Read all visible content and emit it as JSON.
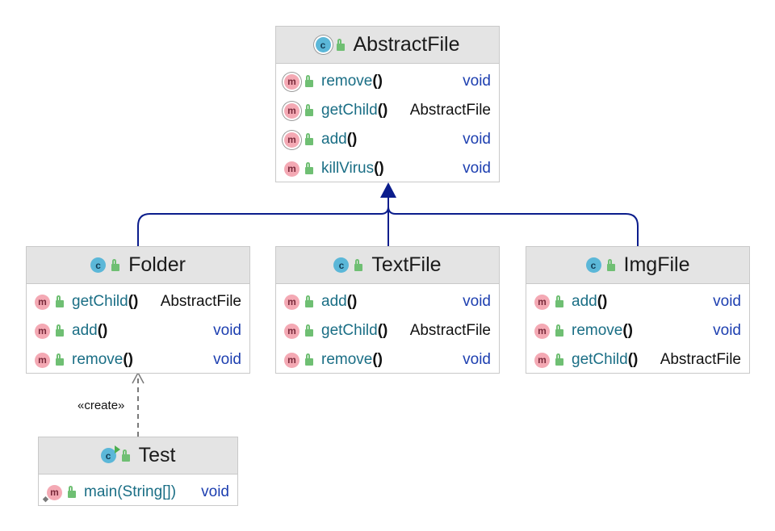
{
  "diagram": {
    "classes": [
      {
        "id": "abstractfile",
        "name": "AbstractFile",
        "icon": "abstract-class-icon",
        "icon_letter": "c",
        "members": [
          {
            "name": "remove",
            "parens": "()",
            "params": "",
            "return": "void",
            "return_kind": "void",
            "icon": "abstract-method-icon"
          },
          {
            "name": "getChild",
            "parens": "()",
            "params": "",
            "return": "AbstractFile",
            "return_kind": "obj",
            "icon": "abstract-method-icon"
          },
          {
            "name": "add",
            "parens": "()",
            "params": "",
            "return": "void",
            "return_kind": "void",
            "icon": "abstract-method-icon"
          },
          {
            "name": "killVirus",
            "parens": "()",
            "params": "",
            "return": "void",
            "return_kind": "void",
            "icon": "method-icon"
          }
        ]
      },
      {
        "id": "folder",
        "name": "Folder",
        "icon": "class-icon",
        "icon_letter": "c",
        "members": [
          {
            "name": "getChild",
            "parens": "()",
            "params": "",
            "return": "AbstractFile",
            "return_kind": "obj",
            "icon": "method-icon"
          },
          {
            "name": "add",
            "parens": "()",
            "params": "",
            "return": "void",
            "return_kind": "void",
            "icon": "method-icon"
          },
          {
            "name": "remove",
            "parens": "()",
            "params": "",
            "return": "void",
            "return_kind": "void",
            "icon": "method-icon"
          }
        ]
      },
      {
        "id": "textfile",
        "name": "TextFile",
        "icon": "class-icon",
        "icon_letter": "c",
        "members": [
          {
            "name": "add",
            "parens": "()",
            "params": "",
            "return": "void",
            "return_kind": "void",
            "icon": "method-icon"
          },
          {
            "name": "getChild",
            "parens": "()",
            "params": "",
            "return": "AbstractFile",
            "return_kind": "obj",
            "icon": "method-icon"
          },
          {
            "name": "remove",
            "parens": "()",
            "params": "",
            "return": "void",
            "return_kind": "void",
            "icon": "method-icon"
          }
        ]
      },
      {
        "id": "imgfile",
        "name": "ImgFile",
        "icon": "class-icon",
        "icon_letter": "c",
        "members": [
          {
            "name": "add",
            "parens": "()",
            "params": "",
            "return": "void",
            "return_kind": "void",
            "icon": "method-icon"
          },
          {
            "name": "remove",
            "parens": "()",
            "params": "",
            "return": "void",
            "return_kind": "void",
            "icon": "method-icon"
          },
          {
            "name": "getChild",
            "parens": "()",
            "params": "",
            "return": "AbstractFile",
            "return_kind": "obj",
            "icon": "method-icon"
          }
        ]
      },
      {
        "id": "test",
        "name": "Test",
        "icon": "runnable-class-icon",
        "icon_letter": "c",
        "members": [
          {
            "name": "main",
            "parens": "",
            "params": "(String[])",
            "return": "void",
            "return_kind": "void",
            "icon": "static-method-icon"
          }
        ]
      }
    ],
    "edges": [
      {
        "from": "folder",
        "to": "abstractfile",
        "kind": "generalization"
      },
      {
        "from": "textfile",
        "to": "abstractfile",
        "kind": "generalization"
      },
      {
        "from": "imgfile",
        "to": "abstractfile",
        "kind": "generalization"
      },
      {
        "from": "test",
        "to": "folder",
        "kind": "dependency",
        "label": "«create»"
      }
    ],
    "colors": {
      "inheritance_line": "#0b1d8c",
      "dependency_line": "#7a7a7a",
      "header_bg": "#e4e4e4",
      "method_name": "#1a6e85",
      "void_type": "#1d3fb0",
      "class_icon": "#5bb7d8",
      "method_icon": "#f4a9b4",
      "visibility_icon": "#6fbf73"
    }
  }
}
